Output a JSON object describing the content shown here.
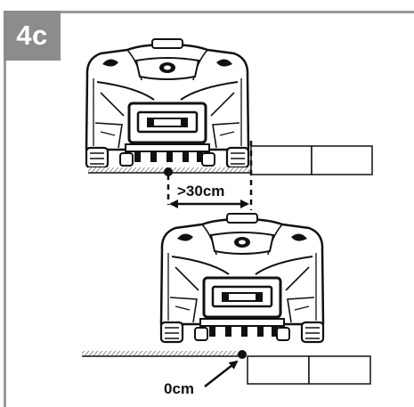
{
  "step": {
    "label": "4c"
  },
  "top_scene": {
    "distance_label": ">30cm"
  },
  "bottom_scene": {
    "distance_label": "0cm"
  },
  "colors": {
    "frame": "#9a9a9a",
    "badge": "#8c8c8c",
    "ink": "#111111"
  }
}
